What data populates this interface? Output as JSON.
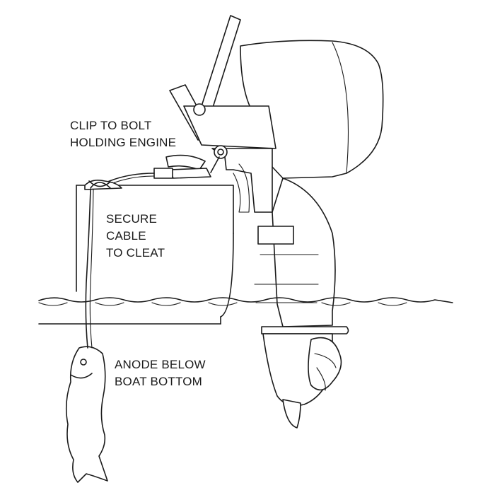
{
  "labels": {
    "clip_line1": "CLIP TO BOLT",
    "clip_line2": "HOLDING ENGINE",
    "secure_line1": "SECURE",
    "secure_line2": "CABLE",
    "secure_line3": "TO CLEAT",
    "anode_line1": "ANODE BELOW",
    "anode_line2": "BOAT BOTTOM"
  },
  "colors": {
    "line": "#1a1a1a",
    "background": "#ffffff"
  }
}
